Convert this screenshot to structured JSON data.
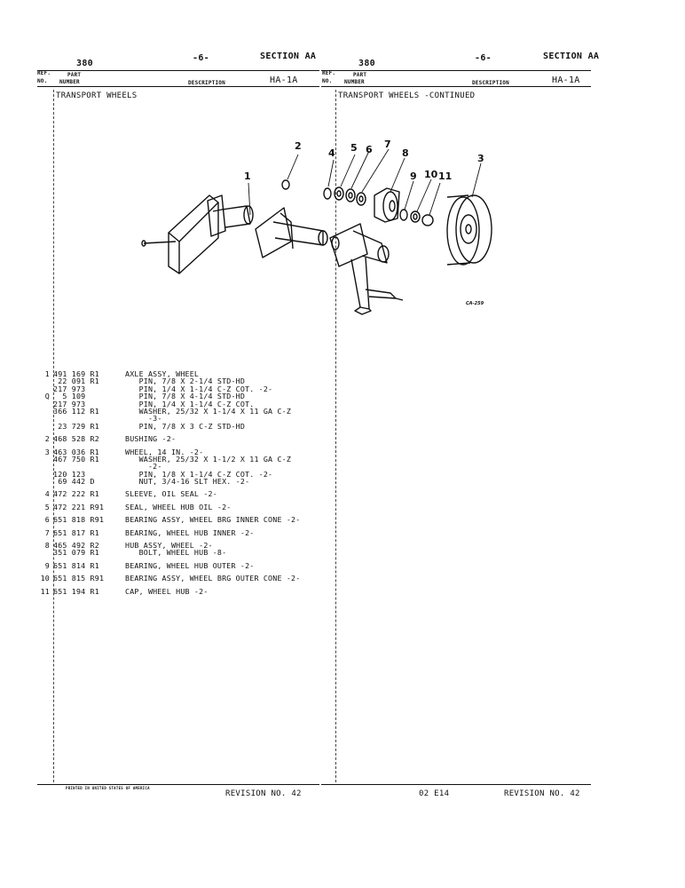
{
  "left_header": {
    "model": "380",
    "page": "-6-",
    "section": "SECTION AA",
    "code": "HA-1A",
    "col_ref": "REF.",
    "col_no": "NO.",
    "col_part": "PART",
    "col_number": "NUMBER",
    "col_description": "DESCRIPTION"
  },
  "right_header": {
    "model": "380",
    "page": "-6-",
    "section": "SECTION AA",
    "code": "HA-1A",
    "col_ref": "REF.",
    "col_no": "NO.",
    "col_part": "PART",
    "col_number": "NUMBER",
    "col_description": "DESCRIPTION"
  },
  "left_title": "TRANSPORT WHEELS",
  "right_title": "TRANSPORT WHEELS  -CONTINUED",
  "diagram": {
    "callouts": [
      "1",
      "2",
      "3",
      "4",
      "5",
      "6",
      "7",
      "8",
      "9",
      "10",
      "11"
    ],
    "drawing_code": "CA-259"
  },
  "parts": [
    {
      "ref": "1",
      "part": "491 169 R1",
      "desc": "AXLE ASSY, WHEEL",
      "gap_before": false
    },
    {
      "ref": "",
      "part": " 22 091 R1",
      "desc": "   PIN, 7/8 X 2-1/4 STD-HD",
      "gap_before": false
    },
    {
      "ref": "",
      "part": "217 973",
      "desc": "   PIN, 1/4 X 1-1/4 C-Z COT. -2-",
      "gap_before": false
    },
    {
      "ref": "Q",
      "part": "  5 109",
      "desc": "   PIN, 7/8 X 4-1/4 STD-HD",
      "gap_before": false
    },
    {
      "ref": "",
      "part": "217 973",
      "desc": "   PIN, 1/4 X 1-1/4 C-Z COT.",
      "gap_before": false
    },
    {
      "ref": "",
      "part": "366 112 R1",
      "desc": "   WASHER, 25/32 X 1-1/4 X 11 GA C-Z",
      "gap_before": false
    },
    {
      "ref": "",
      "part": "",
      "desc": "     -3-",
      "gap_before": false
    },
    {
      "ref": "",
      "part": " 23 729 R1",
      "desc": "   PIN, 7/8 X 3 C-Z STD-HD",
      "gap_before": false
    },
    {
      "ref": "2",
      "part": "468 528 R2",
      "desc": "BUSHING -2-",
      "gap_before": true
    },
    {
      "ref": "3",
      "part": "463 036 R1",
      "desc": "WHEEL, 14 IN. -2-",
      "gap_before": true
    },
    {
      "ref": "",
      "part": "467 750 R1",
      "desc": "   WASHER, 25/32 X 1-1/2 X 11 GA C-Z",
      "gap_before": false
    },
    {
      "ref": "",
      "part": "",
      "desc": "     -2-",
      "gap_before": false
    },
    {
      "ref": "",
      "part": "120 123",
      "desc": "   PIN, 1/8 X 1-1/4 C-Z COT. -2-",
      "gap_before": false
    },
    {
      "ref": "",
      "part": " 69 442 D",
      "desc": "   NUT, 3/4-16 SLT HEX. -2-",
      "gap_before": false
    },
    {
      "ref": "4",
      "part": "472 222 R1",
      "desc": "SLEEVE, OIL SEAL -2-",
      "gap_before": true
    },
    {
      "ref": "5",
      "part": "472 221 R91",
      "desc": "SEAL, WHEEL HUB OIL -2-",
      "gap_before": true
    },
    {
      "ref": "6",
      "part": "651 818 R91",
      "desc": "BEARING ASSY, WHEEL BRG INNER CONE -2-",
      "gap_before": true
    },
    {
      "ref": "7",
      "part": "651 817 R1",
      "desc": "BEARING, WHEEL HUB INNER -2-",
      "gap_before": true
    },
    {
      "ref": "8",
      "part": "465 492 R2",
      "desc": "HUB ASSY, WHEEL -2-",
      "gap_before": true
    },
    {
      "ref": "",
      "part": "351 079 R1",
      "desc": "   BOLT, WHEEL HUB -8-",
      "gap_before": false
    },
    {
      "ref": "9",
      "part": "651 814 R1",
      "desc": "BEARING, WHEEL HUB OUTER -2-",
      "gap_before": true
    },
    {
      "ref": "10",
      "part": "651 815 R91",
      "desc": "BEARING ASSY, WHEEL BRG OUTER CONE -2-",
      "gap_before": true
    },
    {
      "ref": "11",
      "part": "651 194 R1",
      "desc": "CAP, WHEEL HUB -2-",
      "gap_before": true
    }
  ],
  "footer": {
    "printed": "PRINTED IN UNITED STATES OF AMERICA",
    "left_revision": "REVISION NO. 42",
    "fiche": "02 E14",
    "right_revision": "REVISION NO. 42"
  }
}
